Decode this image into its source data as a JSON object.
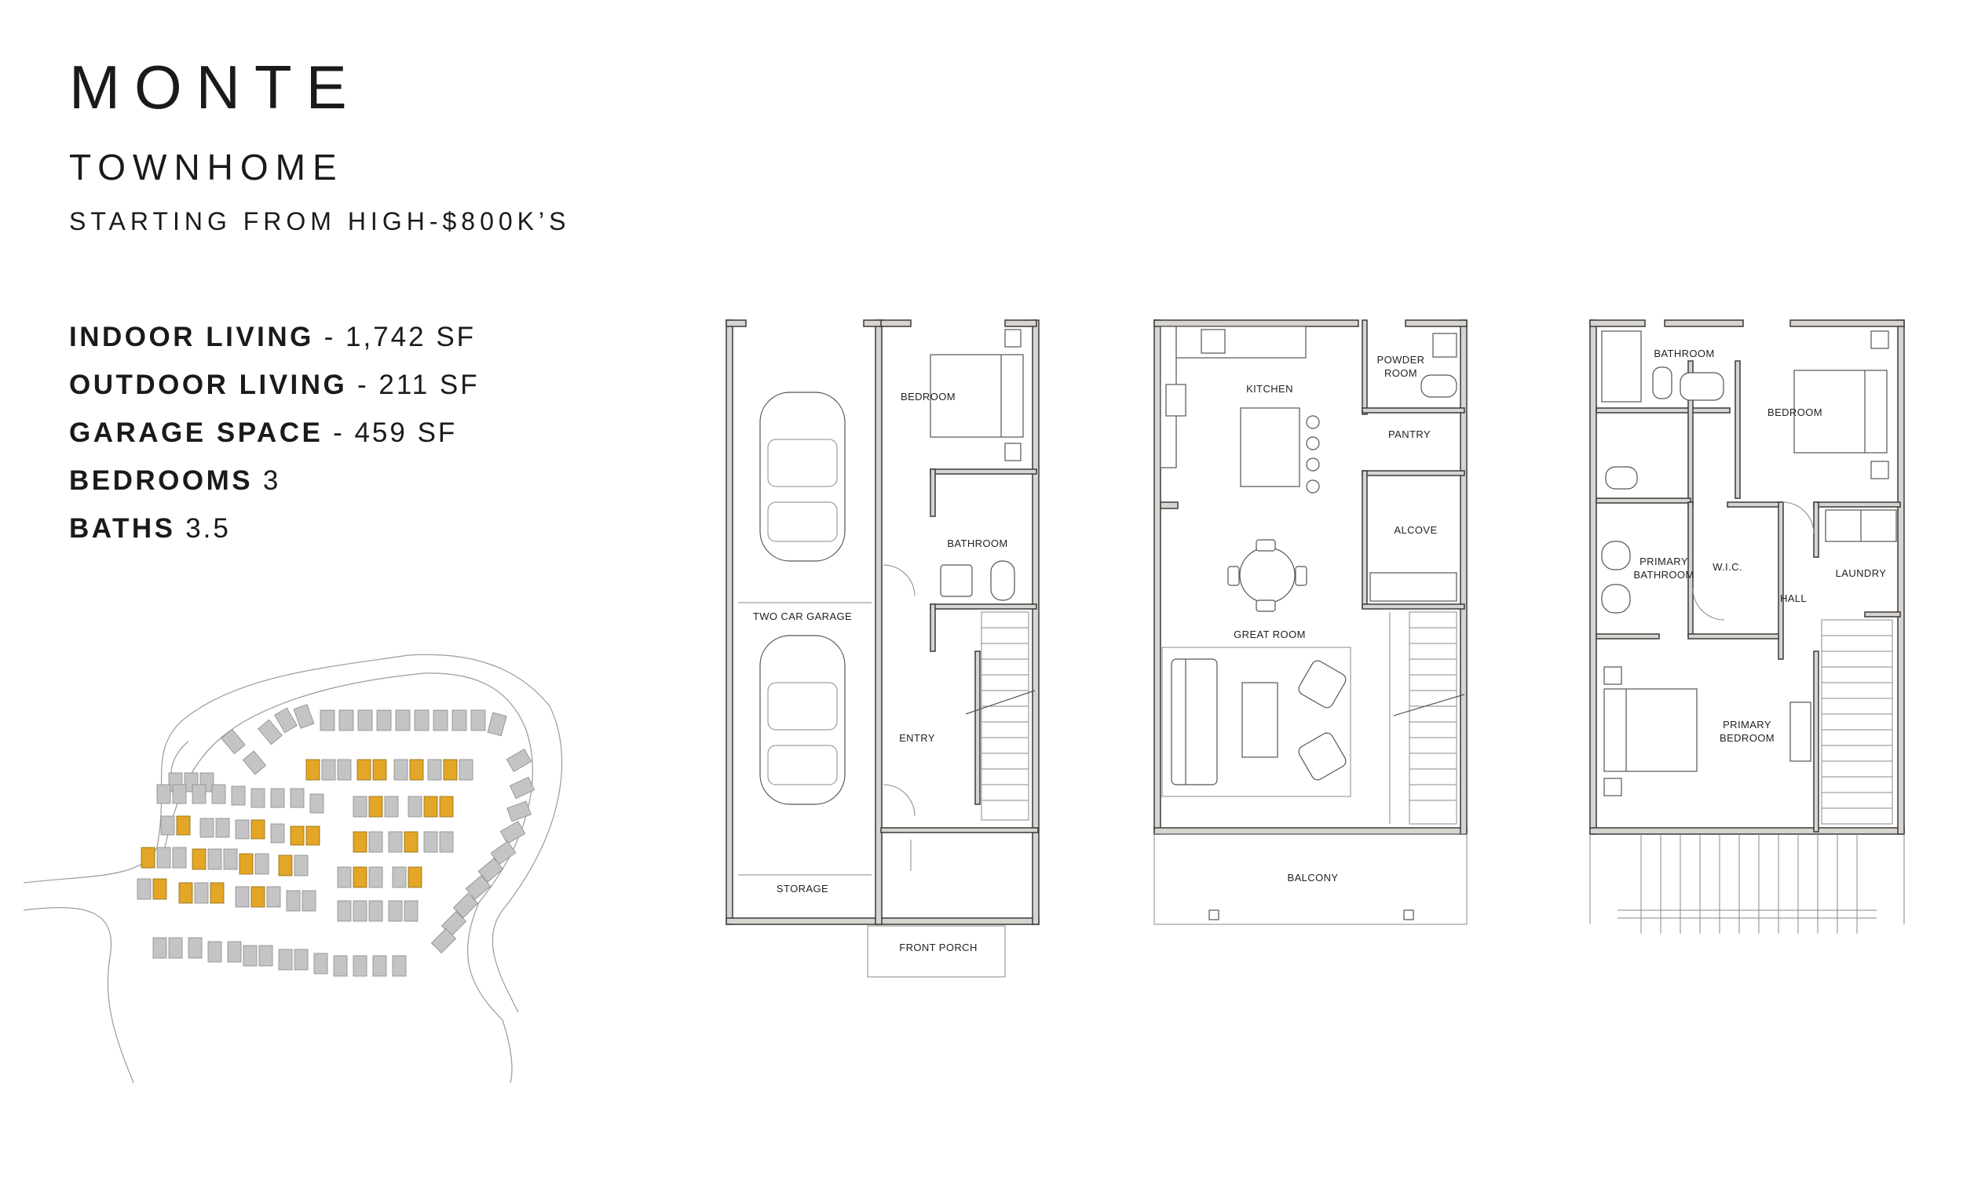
{
  "header": {
    "title": "MONTE",
    "subtitle": "TOWNHOME",
    "price": "STARTING FROM HIGH-$800K’S"
  },
  "stats": [
    {
      "label": "INDOOR LIVING",
      "sep": " - ",
      "value": "1,742 SF"
    },
    {
      "label": "OUTDOOR LIVING",
      "sep": " - ",
      "value": "211 SF"
    },
    {
      "label": "GARAGE SPACE",
      "sep": " - ",
      "value": "459 SF"
    },
    {
      "label": "BEDROOMS",
      "sep": " ",
      "value": "3"
    },
    {
      "label": "BATHS",
      "sep": " ",
      "value": "3.5"
    }
  ],
  "plans": {
    "level1": {
      "two_car_garage": "TWO CAR GARAGE",
      "storage": "STORAGE",
      "bedroom": "BEDROOM",
      "bathroom": "BATHROOM",
      "entry": "ENTRY",
      "front_porch": "FRONT PORCH"
    },
    "level2": {
      "kitchen": "KITCHEN",
      "powder_room_1": "POWDER",
      "powder_room_2": "ROOM",
      "pantry": "PANTRY",
      "alcove": "ALCOVE",
      "great_room": "GREAT ROOM",
      "balcony": "BALCONY"
    },
    "level3": {
      "bathroom": "BATHROOM",
      "bedroom": "BEDROOM",
      "primary_bathroom_1": "PRIMARY",
      "primary_bathroom_2": "BATHROOM",
      "wic": "W.I.C.",
      "laundry": "LAUNDRY",
      "hall": "HALL",
      "primary_bedroom_1": "PRIMARY",
      "primary_bedroom_2": "BEDROOM"
    }
  },
  "colors": {
    "highlight_lot": "#e3a626",
    "lot": "#c4c4c4",
    "wall": "#d8d4d0"
  }
}
